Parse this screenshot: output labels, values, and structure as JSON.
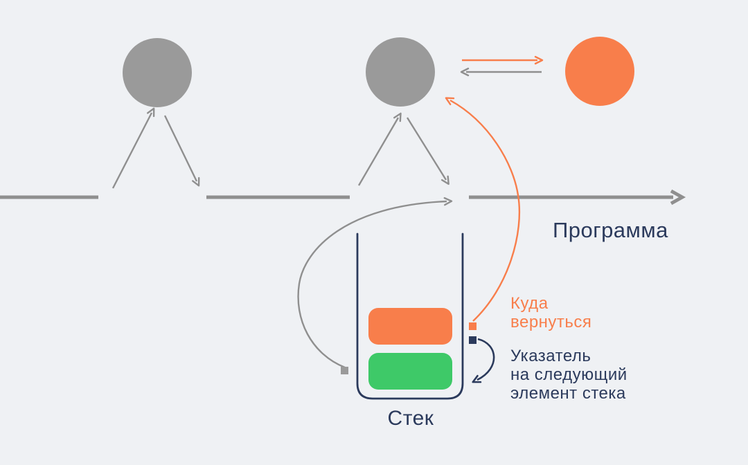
{
  "colors": {
    "background": "#EFF1F4",
    "gray_fill": "#9A9A9A",
    "gray_line": "#8F8F8F",
    "orange": "#F87E4B",
    "green": "#3EC968",
    "navy": "#2B3A5C"
  },
  "program": {
    "label": "Программа"
  },
  "stack": {
    "label": "Стек",
    "frames": [
      {
        "name": "top-frame",
        "color": "#F87E4B"
      },
      {
        "name": "next-frame",
        "color": "#3EC968"
      }
    ]
  },
  "annotations": {
    "return_label": {
      "line1": "Куда",
      "line2": "вернуться"
    },
    "pointer_label": {
      "line1": "Указатель",
      "line2": "на следующий",
      "line3": "элемент стека"
    }
  }
}
